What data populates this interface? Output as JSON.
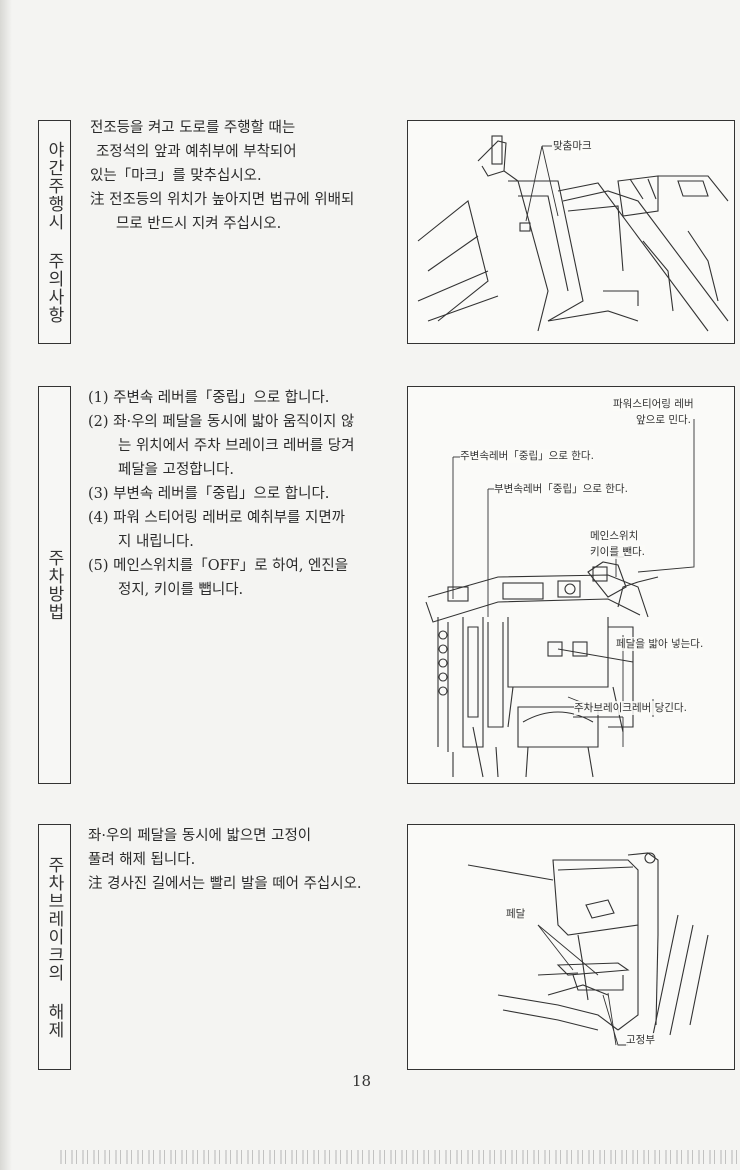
{
  "sections": [
    {
      "heading": "야간주행시 주의사항",
      "lines": [
        "전조등을 켜고 도로를 주행할 때는",
        "조정석의 앞과 예취부에 부착되어",
        "있는「마크」를 맞추십시오."
      ],
      "note": "注 전조등의 위치가 높아지면 법규에 위배되므로 반드시 지켜 주십시오.",
      "figure_labels": [
        "맞춤마크"
      ]
    },
    {
      "heading": "주차방법",
      "items": [
        "(1) 주변속 레버를「중립」으로 합니다.",
        "(2) 좌·우의 페달을 동시에 밟아 움직이지 않는 위치에서 주차 브레이크 레버를 당겨 페달을 고정합니다.",
        "(3) 부변속 레버를「중립」으로 합니다.",
        "(4) 파워 스티어링 레버로 예취부를 지면까지 내립니다.",
        "(5) 메인스위치를「OFF」로 하여, 엔진을 정지, 키이를 뺍니다."
      ],
      "figure_labels": [
        "파워스티어링 레버",
        "앞으로 민다.",
        "주변속레버「중립」으로 한다.",
        "부변속레버「중립」으로 한다.",
        "메인스위치",
        "키이를 뺀다.",
        "페달을 밟아 넣는다.",
        "주차브레이크레버 당긴다."
      ]
    },
    {
      "heading": "주차브레이크의 해제",
      "lines": [
        "좌·우의 페달을 동시에 밟으면 고정이",
        "풀려 해제 됩니다."
      ],
      "note": "注 경사진 길에서는 빨리 발을 떼어 주십시오.",
      "figure_labels": [
        "페달",
        "고정부"
      ]
    }
  ],
  "page_number": "18"
}
